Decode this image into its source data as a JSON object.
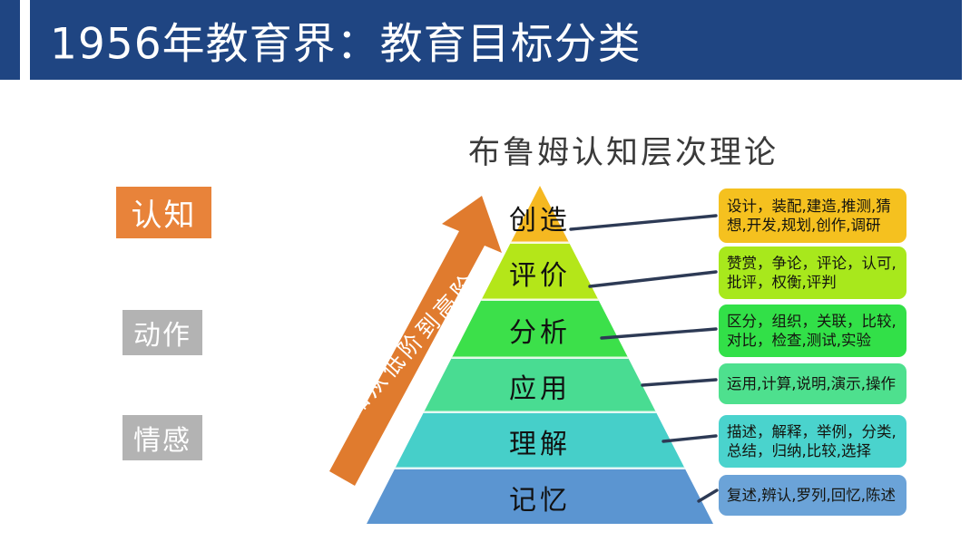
{
  "slide": {
    "title": "1956年教育界：教育目标分类",
    "subtitle": "布鲁姆认知层次理论",
    "accent_color": "#1f4582",
    "highlight_color": "#e8833a",
    "muted_color": "#b3b3b3"
  },
  "domains": [
    {
      "label": "认知",
      "color": "#e8833a",
      "active": "true"
    },
    {
      "label": "动作",
      "color": "#b3b3b3",
      "active": "false"
    },
    {
      "label": "情感",
      "color": "#b3b3b3",
      "active": "false"
    }
  ],
  "arrow": {
    "label": "认知从低阶到高阶",
    "color": "#e07b2e",
    "direction": "up"
  },
  "pyramid": {
    "levels": [
      {
        "label": "创造",
        "color": "#f5b821",
        "rank": "6"
      },
      {
        "label": "评价",
        "color": "#b4e619",
        "rank": "5"
      },
      {
        "label": "分析",
        "color": "#3ce04a",
        "rank": "4"
      },
      {
        "label": "应用",
        "color": "#49dc92",
        "rank": "3"
      },
      {
        "label": "理解",
        "color": "#46cfc9",
        "rank": "2"
      },
      {
        "label": "记忆",
        "color": "#5b95d1",
        "rank": "1"
      }
    ]
  },
  "callouts": [
    {
      "color": "#f5c11f",
      "lines": [
        "设计，装配,建造,推测,猜",
        "想,开发,规划,创作,调研"
      ]
    },
    {
      "color": "#a8e81c",
      "lines": [
        "赞赏，争论，评论，认可,",
        "批评，权衡,评判"
      ]
    },
    {
      "color": "#32e048",
      "lines": [
        "区分，组织，关联，比较,",
        "对比，检查,测试,实验"
      ]
    },
    {
      "color": "#4ee08e",
      "lines": [
        "运用,计算,说明,演示,操作"
      ]
    },
    {
      "color": "#4ad3cd",
      "lines": [
        "描述，解释，举例，分类,",
        "总结，归纳,比较,选择"
      ]
    },
    {
      "color": "#6ba3d8",
      "lines": [
        "复述,辨认,罗列,回忆,陈述"
      ]
    }
  ]
}
